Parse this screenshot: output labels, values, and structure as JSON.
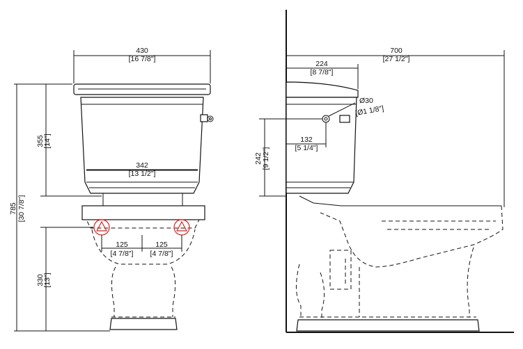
{
  "front_view": {
    "tank_width": {
      "mm": "430",
      "in": "[16 7/8\"]"
    },
    "tank_height": {
      "mm": "355",
      "in": "[14\"]"
    },
    "total_height": {
      "mm": "785",
      "in": "[30 7/8\"]"
    },
    "bowl_height": {
      "mm": "330",
      "in": "[13\"]"
    },
    "tank_inner_width": {
      "mm": "342",
      "in": "[13 1/2\"]"
    },
    "bolt_left": {
      "mm": "125",
      "in": "[4 7/8\"]"
    },
    "bolt_right": {
      "mm": "125",
      "in": "[4 7/8\"]"
    }
  },
  "side_view": {
    "overall_depth": {
      "mm": "700",
      "in": "[27 1/2\"]"
    },
    "tank_depth": {
      "mm": "224",
      "in": "[8 7/8\"]"
    },
    "inlet_diameter": {
      "mm": "Ø30",
      "in": "[Ø1 1/8\"]"
    },
    "inlet_offset": {
      "mm": "132",
      "in": "[5 1/4\"]"
    },
    "inlet_height": {
      "mm": "242",
      "in": "[9 1/2\"]"
    }
  },
  "colors": {
    "line": "#111111",
    "marker": "#e02020"
  }
}
